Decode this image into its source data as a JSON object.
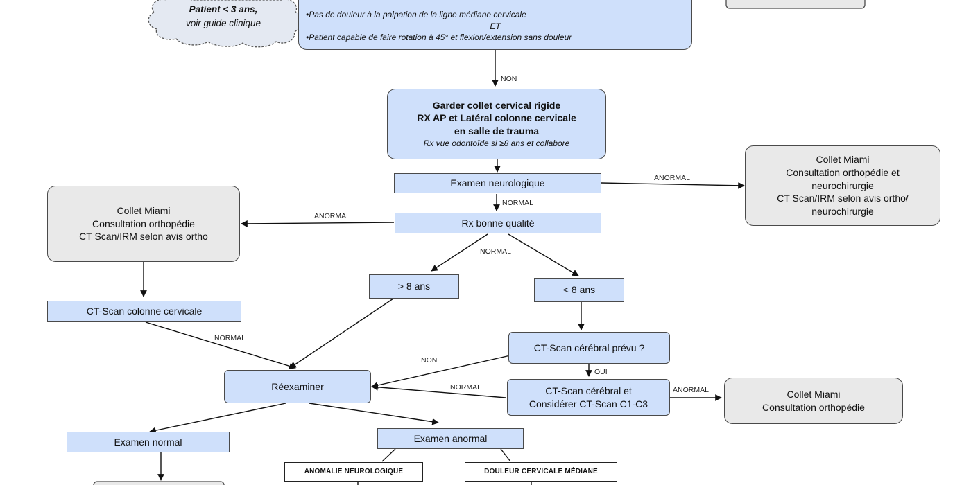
{
  "cloud": {
    "line1": "Patient < 3 ans,",
    "line2": "voir guide clinique"
  },
  "top_box": {
    "line1": "•Pas de douleur à la palpation de la ligne médiane cervicale",
    "line2": "ET",
    "line3": "•Patient capable de faire rotation à 45° et flexion/extension sans douleur"
  },
  "labels": {
    "non_top": "NON",
    "anormal_right": "ANORMAL",
    "normal_mid": "NORMAL",
    "anormal_left": "ANORMAL",
    "normal_split": "NORMAL",
    "normal_ct": "NORMAL",
    "non_cerebral": "NON",
    "oui": "OUI",
    "normal_reexam": "NORMAL",
    "anormal_c1c3": "ANORMAL"
  },
  "garder": {
    "line1": "Garder collet cervical rigide",
    "line2": "RX AP et Latéral colonne cervicale",
    "line3": "en salle de trauma",
    "line4": "Rx vue odontoïde si ≥8 ans et collabore"
  },
  "examen_neuro": "Examen neurologique",
  "rx_qualite": "Rx bonne qualité",
  "miami_right": {
    "line1": "Collet Miami",
    "line2": "Consultation orthopédie et",
    "line3": "neurochirurgie",
    "line4": "CT Scan/IRM selon avis ortho/",
    "line5": "neurochirurgie"
  },
  "miami_left": {
    "line1": "Collet Miami",
    "line2": "Consultation orthopédie",
    "line3": "CT Scan/IRM selon avis ortho"
  },
  "gt8": "> 8 ans",
  "lt8": "< 8 ans",
  "ct_colonne": "CT-Scan colonne cervicale",
  "ct_cerebral_prevu": "CT-Scan cérébral prévu ?",
  "ct_cerebral_c1c3": {
    "line1": "CT-Scan cérébral et",
    "line2": "Considérer CT-Scan C1-C3"
  },
  "miami_bottom": {
    "line1": "Collet Miami",
    "line2": "Consultation orthopédie"
  },
  "reexaminer": "Réexaminer",
  "examen_normal": "Examen normal",
  "examen_anormal": "Examen anormal",
  "anomalie_neuro": "ANOMALIE NEUROLOGIQUE",
  "douleur_cervicale": "DOULEUR CERVICALE MÉDIANE"
}
